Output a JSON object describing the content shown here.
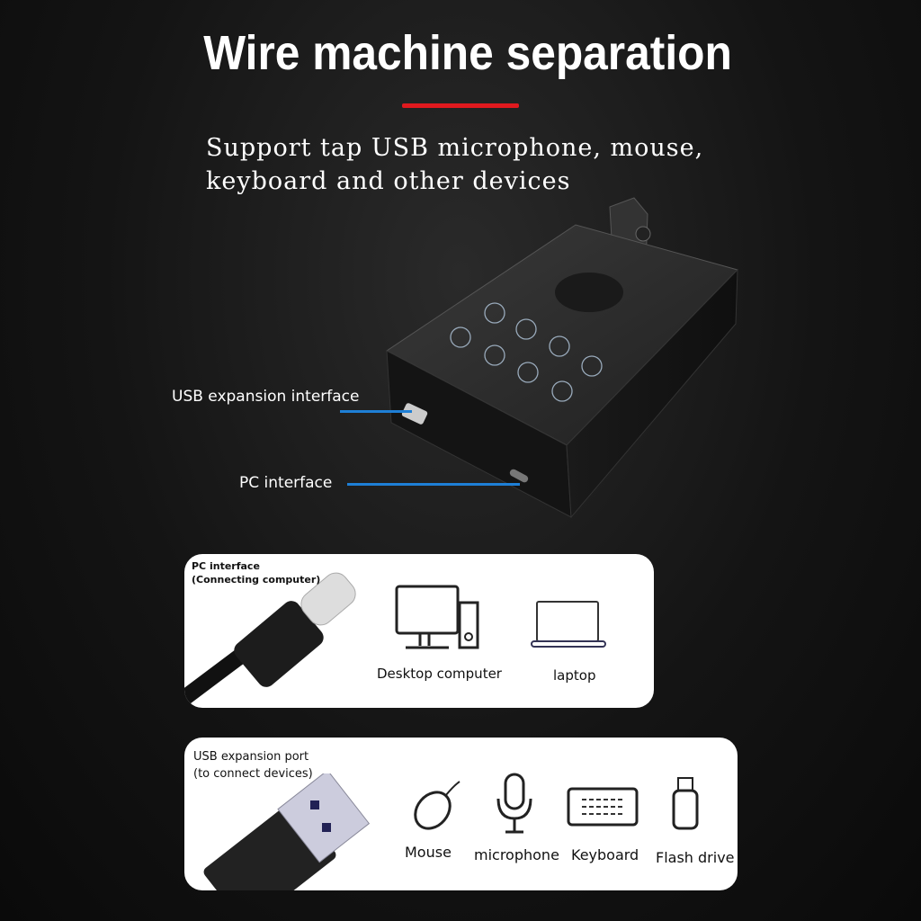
{
  "header": {
    "title": "Wire machine separation",
    "subtitle_line1": "Support tap USB microphone, mouse,",
    "subtitle_line2": "keyboard and other devices",
    "accent_color": "#e0191e"
  },
  "callouts": {
    "usb_expansion": "USB expansion interface",
    "pc_interface": "PC interface",
    "line_color": "#1e7fd6"
  },
  "panel_pc": {
    "heading_line1": "PC interface",
    "heading_line2": "(Connecting computer)",
    "devices": [
      {
        "label": "Desktop computer",
        "icon": "desktop-computer-icon"
      },
      {
        "label": "laptop",
        "icon": "laptop-icon"
      }
    ]
  },
  "panel_usb": {
    "heading_line1": "USB expansion port",
    "heading_line2": "(to connect devices)",
    "devices": [
      {
        "label": "Mouse",
        "icon": "mouse-icon"
      },
      {
        "label": "microphone",
        "icon": "microphone-icon"
      },
      {
        "label": "Keyboard",
        "icon": "keyboard-icon"
      },
      {
        "label": "Flash drive",
        "icon": "flash-drive-icon"
      }
    ]
  }
}
